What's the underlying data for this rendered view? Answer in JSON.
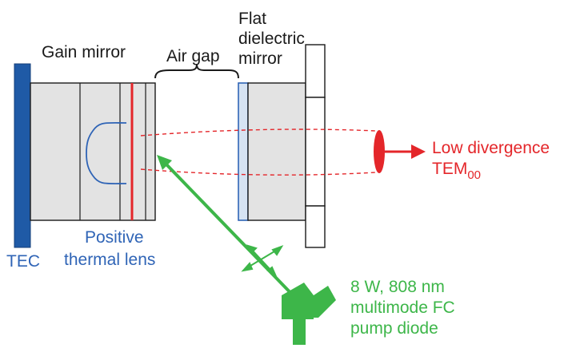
{
  "labels": {
    "gain_mirror": "Gain mirror",
    "air_gap": "Air gap",
    "flat_line1": "Flat",
    "flat_line2": "dielectric",
    "flat_line3": "mirror",
    "low_div_line1": "Low divergence",
    "tem_main": "TEM",
    "tem_sub": "00",
    "tec": "TEC",
    "positive_line1": "Positive",
    "positive_line2": "thermal lens",
    "pump_line1": "8 W, 808 nm",
    "pump_line2": "multimode FC",
    "pump_line3": "pump diode"
  },
  "colors": {
    "tec": "#1f5aa6",
    "thermal_lens": "#2f64b6",
    "laser": "#e4262a",
    "pump": "#3db649",
    "gain_block": "#e3e3e3",
    "outline": "#1a1a1a"
  }
}
